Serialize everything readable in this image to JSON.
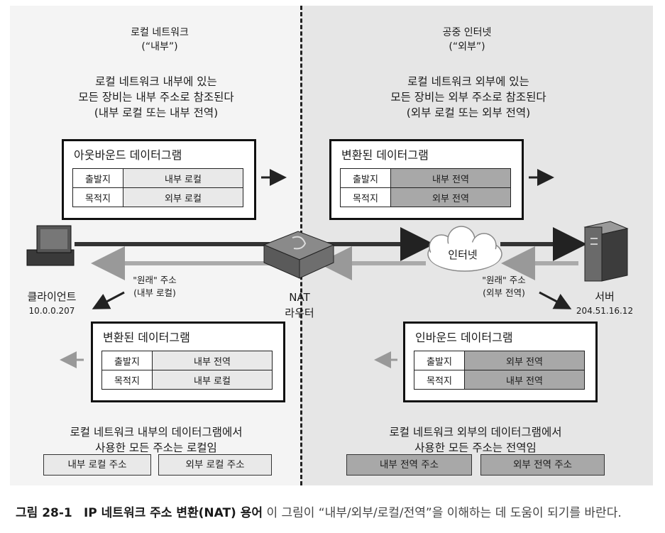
{
  "regions": {
    "left_name": "로컬 네트워크",
    "left_sub": "(“내부”)",
    "right_name": "공중 인터넷",
    "right_sub": "(“외부”)"
  },
  "descriptions": {
    "left_top": [
      "로컬 네트워크 내부에 있는",
      "모든 장비는 내부 주소로 참조된다",
      "(내부 로컬 또는 내부 전역)"
    ],
    "right_top": [
      "로컬 네트워크 외부에 있는",
      "모든 장비는 외부 주소로 참조된다",
      "(외부 로컬 또는 외부 전역)"
    ],
    "left_bottom": [
      "로컬 네트워크 내부의 데이터그램에서",
      "사용한 모든 주소는 로컬임"
    ],
    "right_bottom": [
      "로컬 네트워크 외부의 데이터그램에서",
      "사용한 모든 주소는 전역임"
    ]
  },
  "datagrams": {
    "outbound": {
      "title": "아웃바운드 데이터그램",
      "rows": [
        {
          "key": "출발지",
          "value": "내부 로컬"
        },
        {
          "key": "목적지",
          "value": "외부 로컬"
        }
      ]
    },
    "translated_out": {
      "title": "변환된 데이터그램",
      "rows": [
        {
          "key": "출발지",
          "value": "내부 전역"
        },
        {
          "key": "목적지",
          "value": "외부 전역"
        }
      ]
    },
    "translated_in": {
      "title": "변환된 데이터그램",
      "rows": [
        {
          "key": "출발지",
          "value": "내부 전역"
        },
        {
          "key": "목적지",
          "value": "내부 로컬"
        }
      ]
    },
    "inbound": {
      "title": "인바운드 데이터그램",
      "rows": [
        {
          "key": "출발지",
          "value": "외부 전역"
        },
        {
          "key": "목적지",
          "value": "내부 전역"
        }
      ]
    }
  },
  "devices": {
    "client_label": "클라이언트",
    "client_ip": "10.0.0.207",
    "router_label": [
      "NAT",
      "라우터"
    ],
    "internet_label": "인터넷",
    "server_label": "서버",
    "server_ip": "204.51.16.12"
  },
  "address_notes": {
    "left": [
      "\"원래\" 주소",
      "(내부 로컬)"
    ],
    "right": [
      "\"원래\" 주소",
      "(외부 전역)"
    ]
  },
  "legend": {
    "inside_local": "내부 로컬 주소",
    "outside_local": "외부 로컬 주소",
    "inside_global": "내부 전역 주소",
    "outside_global": "외부 전역 주소"
  },
  "caption": {
    "figure_no": "그림 28-1",
    "title": "IP 네트워크 주소 변환(NAT) 용어",
    "text": "이 그림이 “내부/외부/로컬/전역”을 이해하는 데 도움이 되기를 바란다."
  },
  "colors": {
    "local_fill": "#e9e9e9",
    "global_fill": "#a8a8a8",
    "left_bg": "#f4f4f4",
    "right_bg": "#e6e6e6"
  }
}
